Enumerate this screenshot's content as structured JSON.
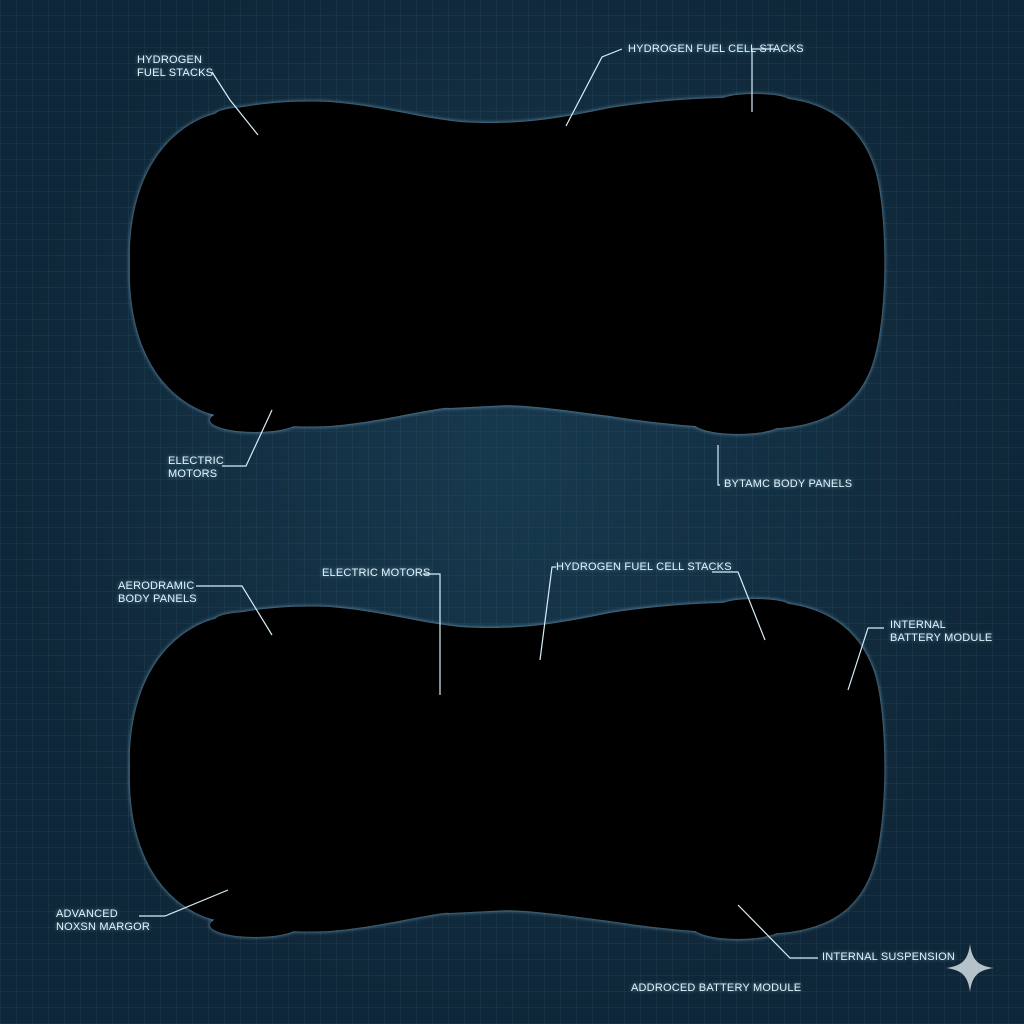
{
  "labels": {
    "top_hydrogen_fuel_stacks": "HYDROGEN\nFUEL STACKS",
    "top_hydrogen_fuel_cell_stacks": "HYDROGEN FUEL CELL STACKS",
    "top_electric_motors": "ELECTRIC\nMOTORS",
    "top_body_panels": "BYTAMC BODY PANELS",
    "bottom_aerodynamic_body_panels": "AERODRAMIC\nBODY PANELS",
    "bottom_electric_motors": "ELECTRIC MOTORS",
    "bottom_hydrogen_fuel_cell_stacks": "HYDROGEN FUEL CELL STACKS",
    "bottom_internal_battery_module": "INTERNAL\nBATTERY MODULE",
    "bottom_advanced_noxsn_margor": "ADVANCED\nNOXSN MARGOR",
    "bottom_internal_suspension": "INTERNAL SUSPENSION",
    "bottom_addroced_battery_module": "ADDROCED BATTERY MODULE"
  },
  "icons": {
    "watermark": "sparkle-icon"
  },
  "colors": {
    "background": "#0f2738",
    "linework": "#cfe9f5"
  }
}
